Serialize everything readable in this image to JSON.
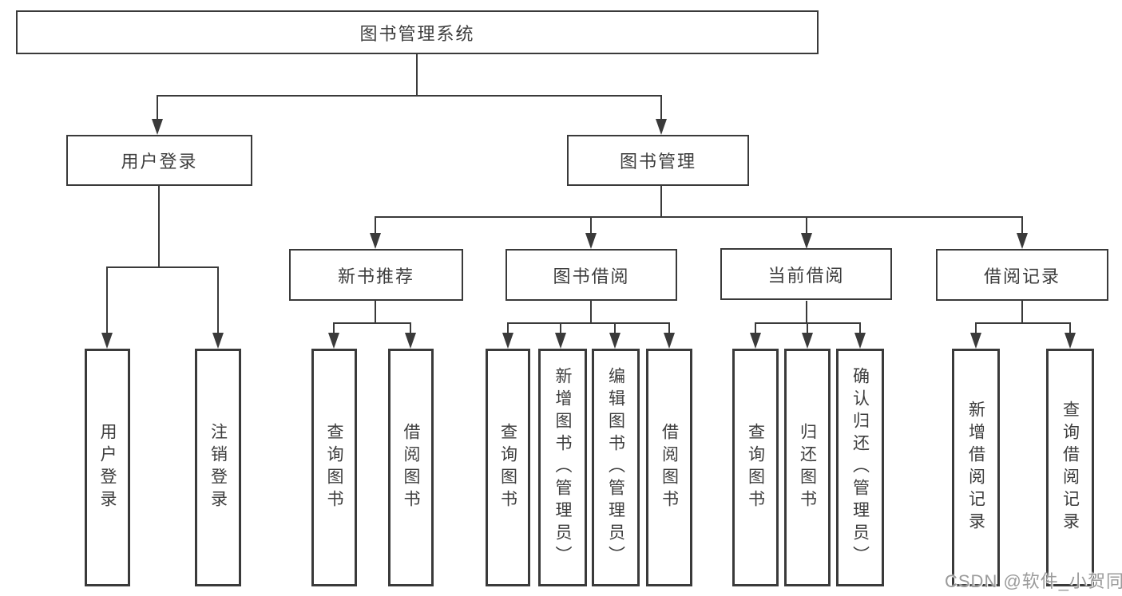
{
  "diagram": {
    "root": {
      "label": "图书管理系统"
    },
    "level2": [
      {
        "id": "user-login",
        "label": "用户登录"
      },
      {
        "id": "book-management",
        "label": "图书管理"
      }
    ],
    "level3": [
      {
        "id": "new-book-recommend",
        "label": "新书推荐"
      },
      {
        "id": "book-borrow",
        "label": "图书借阅"
      },
      {
        "id": "current-borrow",
        "label": "当前借阅"
      },
      {
        "id": "borrow-record",
        "label": "借阅记录"
      }
    ],
    "leaves": {
      "user_login": [
        {
          "label": "用户登录"
        },
        {
          "label": "注销登录"
        }
      ],
      "new_book_recommend": [
        {
          "label": "查询图书"
        },
        {
          "label": "借阅图书"
        }
      ],
      "book_borrow": [
        {
          "label": "查询图书"
        },
        {
          "label": "新增图书（管理员）"
        },
        {
          "label": "编辑图书（管理员）"
        },
        {
          "label": "借阅图书"
        }
      ],
      "current_borrow": [
        {
          "label": "查询图书"
        },
        {
          "label": "归还图书"
        },
        {
          "label": "确认归还（管理员）"
        }
      ],
      "borrow_record": [
        {
          "label": "新增借阅记录"
        },
        {
          "label": "查询借阅记录"
        }
      ]
    }
  },
  "watermark": {
    "text": "CSDN @软件_小贺同学"
  },
  "colors": {
    "line": "#3a3a3a",
    "text": "#3d3d3d",
    "box_background": "#ffffff",
    "page_background": "#ffffff",
    "watermark": "#9b9b9b"
  }
}
